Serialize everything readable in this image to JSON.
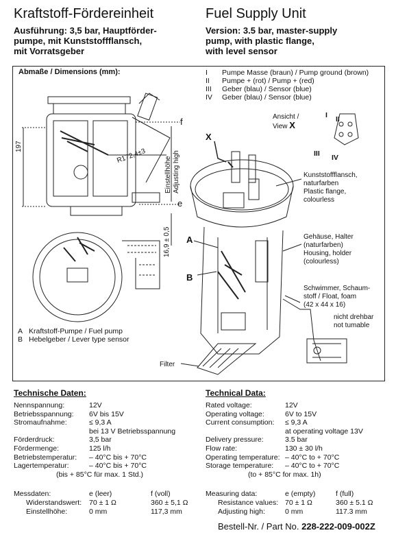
{
  "header": {
    "de_title": "Kraftstoff-Fördereinheit",
    "de_sub": [
      "Ausführung:  3,5 bar, Hauptförder-",
      "pumpe, mit Kunststoffflansch,",
      "mit Vorratsgeber"
    ],
    "en_title": "Fuel Supply Unit",
    "en_sub": [
      "Version:  3.5 bar, master-supply",
      "pump, with plastic flange,",
      "with level sensor"
    ]
  },
  "diagram": {
    "dimensions_title": "Abmaße /  Dimensions (mm):",
    "wires": [
      {
        "num": "I",
        "text": "Pumpe Masse (braun) / Pump ground (brown)"
      },
      {
        "num": "II",
        "text": "Pumpe + (rot) / Pump + (red)"
      },
      {
        "num": "III",
        "text": "Geber (blau) / Sensor (blue)"
      },
      {
        "num": "IV",
        "text": "Geber (blau) / Sensor (blue)"
      }
    ],
    "dim_197": "197",
    "radius": "R172,4±3",
    "adjust_label": [
      "Einstellhöhe",
      "Adjusting high"
    ],
    "dim_offset": "16,9 ± 0,5",
    "marker_f": "f",
    "marker_e": "e",
    "view_label": [
      "Ansicht /",
      "View"
    ],
    "view_letter": "X",
    "pin_labels": [
      "I",
      "II",
      "III",
      "IV"
    ],
    "x_label": "X",
    "a_label": "A",
    "b_label": "B",
    "flange_label": [
      "Kunststoffflansch,",
      "naturfarben",
      "Plastic flange,",
      "colourless"
    ],
    "housing_label": [
      "Gehäuse, Halter",
      "(naturfarben)",
      "Housing, holder",
      "(colourless)"
    ],
    "float_label": [
      "Schwimmer, Schaum-",
      "stoff / Float, foam",
      "(42 x 44 x 16)"
    ],
    "tumble_label": [
      "nicht drehbar",
      "not tumable"
    ],
    "filter_label": "Filter",
    "legend": [
      {
        "key": "A",
        "text": "Kraftstoff-Pumpe / Fuel pump"
      },
      {
        "key": "B",
        "text": "Hebelgeber / Lever type sensor"
      }
    ]
  },
  "tech_de": {
    "title": "Technische Daten:",
    "rows": [
      [
        "Nennspannung:",
        "12V"
      ],
      [
        "Betriebsspannung:",
        "6V bis 15V"
      ],
      [
        "Stromaufnahme:",
        "≤ 9,3 A"
      ],
      [
        "",
        "bei 13 V Betriebsspannung"
      ],
      [
        "Förderdruck:",
        "3,5 bar"
      ],
      [
        "Fördermenge:",
        "125 l/h"
      ],
      [
        "Betriebstemperatur:",
        "– 40°C bis + 70°C"
      ],
      [
        "Lagertemperatur:",
        "– 40°C bis + 70°C"
      ]
    ],
    "note": "(bis + 85°C für max. 1 Std.)"
  },
  "tech_en": {
    "title": "Technical Data:",
    "rows": [
      [
        "Rated voltage:",
        "12V"
      ],
      [
        "Operating voltage:",
        "6V to 15V"
      ],
      [
        "Current consumption:",
        "≤ 9,3 A"
      ],
      [
        "",
        "at operating voltage 13V"
      ],
      [
        "Delivery pressure:",
        "3.5 bar"
      ],
      [
        "Flow rate:",
        "130 ± 30 l/h"
      ],
      [
        "Operating temperature:",
        "– 40°C to + 70°C"
      ],
      [
        "Storage temperature:",
        "– 40°C to + 70°C"
      ]
    ],
    "note": "(to + 85°C for max. 1h)"
  },
  "measure_de": {
    "label": "Messdaten:",
    "col_e": "e (leer)",
    "col_f": "f (voll)",
    "r1_label": "Widerstandswert:",
    "r1_e": "70 ± 1 Ω",
    "r1_f": "360 ± 5,1 Ω",
    "r2_label": "Einstellhöhe:",
    "r2_e": "0 mm",
    "r2_f": "117,3 mm"
  },
  "measure_en": {
    "label": "Measuring data:",
    "col_e": "e (empty)",
    "col_f": "f (full)",
    "r1_label": "Resistance values:",
    "r1_e": "70 ± 1 Ω",
    "r1_f": "360 ± 5.1 Ω",
    "r2_label": "Adjusting high:",
    "r2_e": "0 mm",
    "r2_f": "117.3 mm"
  },
  "footer": {
    "part_prefix": "Bestell-Nr. / Part No.",
    "part_number": "228-222-009-002Z"
  }
}
